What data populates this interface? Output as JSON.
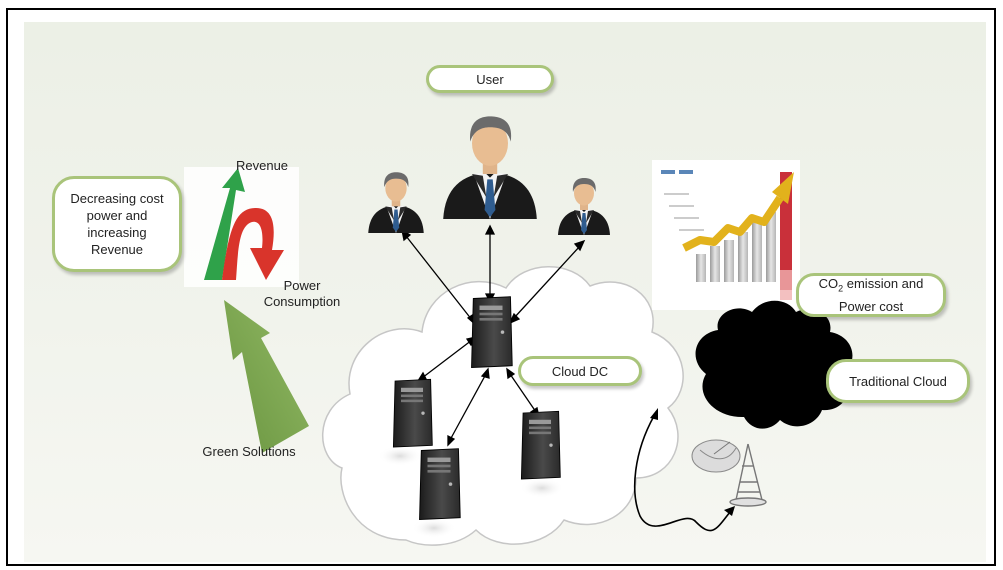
{
  "labels": {
    "user": "User",
    "decreasing": "Decreasing cost power and increasing Revenue",
    "revenue": "Revenue",
    "power_consumption": "Power Consumption",
    "green_solutions": "Green Solutions",
    "cloud_dc": "Cloud DC",
    "co2_prefix": "CO",
    "co2_sub": "2",
    "co2_suffix": " emission and Power cost",
    "traditional_cloud": "Traditional Cloud"
  },
  "colors": {
    "pill_border": "#a9c47a",
    "green_arrow": "#6c9a3c",
    "red_arrow": "#d23a2a",
    "gold_arrow": "#e2b21c",
    "black_cloud": "#000000"
  },
  "icons": [
    "user-icon",
    "server-icon",
    "satellite-dish-icon",
    "antenna-tower-icon",
    "cloud-icon",
    "bar-chart-icon"
  ]
}
